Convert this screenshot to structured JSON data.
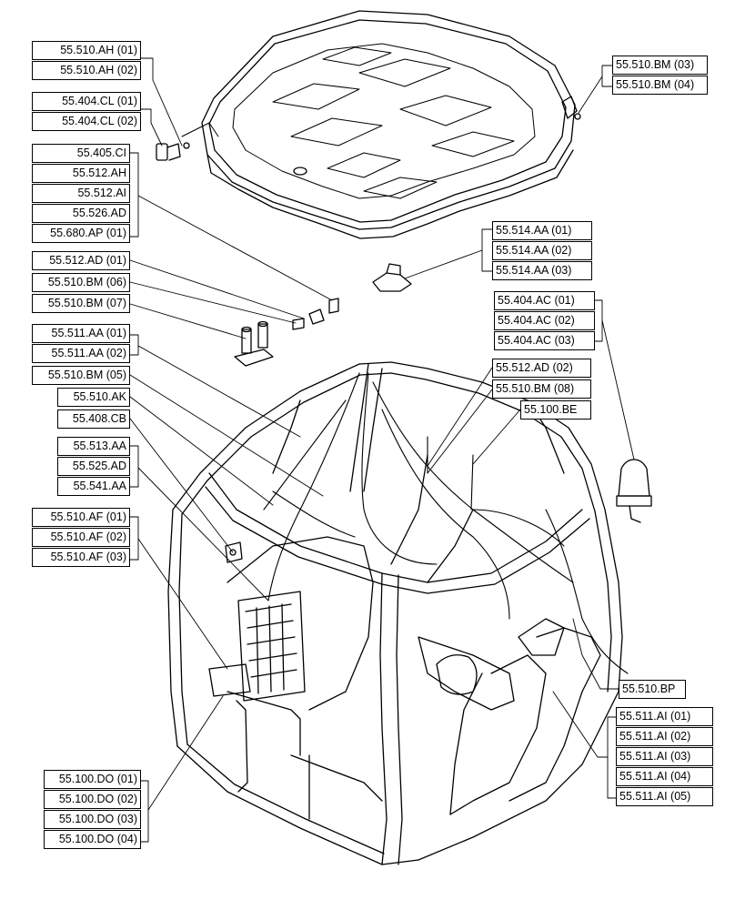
{
  "callouts": [
    {
      "id": "g1",
      "labels": [
        "55.510.AH (01)",
        "55.510.AH (02)"
      ]
    },
    {
      "id": "g2",
      "labels": [
        "55.404.CL (01)",
        "55.404.CL (02)"
      ]
    },
    {
      "id": "g3",
      "labels": [
        "55.405.CI",
        "55.512.AH",
        "55.512.AI",
        "55.526.AD",
        "55.680.AP (01)"
      ]
    },
    {
      "id": "g4",
      "labels": [
        "55.512.AD (01)"
      ]
    },
    {
      "id": "g5",
      "labels": [
        "55.510.BM (06)"
      ]
    },
    {
      "id": "g6",
      "labels": [
        "55.510.BM (07)"
      ]
    },
    {
      "id": "g7",
      "labels": [
        "55.511.AA (01)",
        "55.511.AA (02)"
      ]
    },
    {
      "id": "g8",
      "labels": [
        "55.510.BM (05)"
      ]
    },
    {
      "id": "g9",
      "labels": [
        "55.510.AK"
      ]
    },
    {
      "id": "g10",
      "labels": [
        "55.408.CB"
      ]
    },
    {
      "id": "g11",
      "labels": [
        "55.513.AA",
        "55.525.AD",
        "55.541.AA"
      ]
    },
    {
      "id": "g12",
      "labels": [
        "55.510.AF (01)",
        "55.510.AF (02)",
        "55.510.AF (03)"
      ]
    },
    {
      "id": "g13",
      "labels": [
        "55.100.DO (01)",
        "55.100.DO (02)",
        "55.100.DO (03)",
        "55.100.DO (04)"
      ]
    },
    {
      "id": "g14",
      "labels": [
        "55.510.BM (03)",
        "55.510.BM (04)"
      ]
    },
    {
      "id": "g15",
      "labels": [
        "55.514.AA (01)",
        "55.514.AA (02)",
        "55.514.AA (03)"
      ]
    },
    {
      "id": "g16",
      "labels": [
        "55.404.AC (01)",
        "55.404.AC (02)",
        "55.404.AC (03)"
      ]
    },
    {
      "id": "g17",
      "labels": [
        "55.512.AD (02)"
      ]
    },
    {
      "id": "g18",
      "labels": [
        "55.510.BM (08)"
      ]
    },
    {
      "id": "g19",
      "labels": [
        "55.100.BE"
      ]
    },
    {
      "id": "g20",
      "labels": [
        "55.510.BP"
      ]
    },
    {
      "id": "g21",
      "labels": [
        "55.511.AI (01)",
        "55.511.AI (02)",
        "55.511.AI (03)",
        "55.511.AI (04)",
        "55.511.AI (05)"
      ]
    }
  ]
}
